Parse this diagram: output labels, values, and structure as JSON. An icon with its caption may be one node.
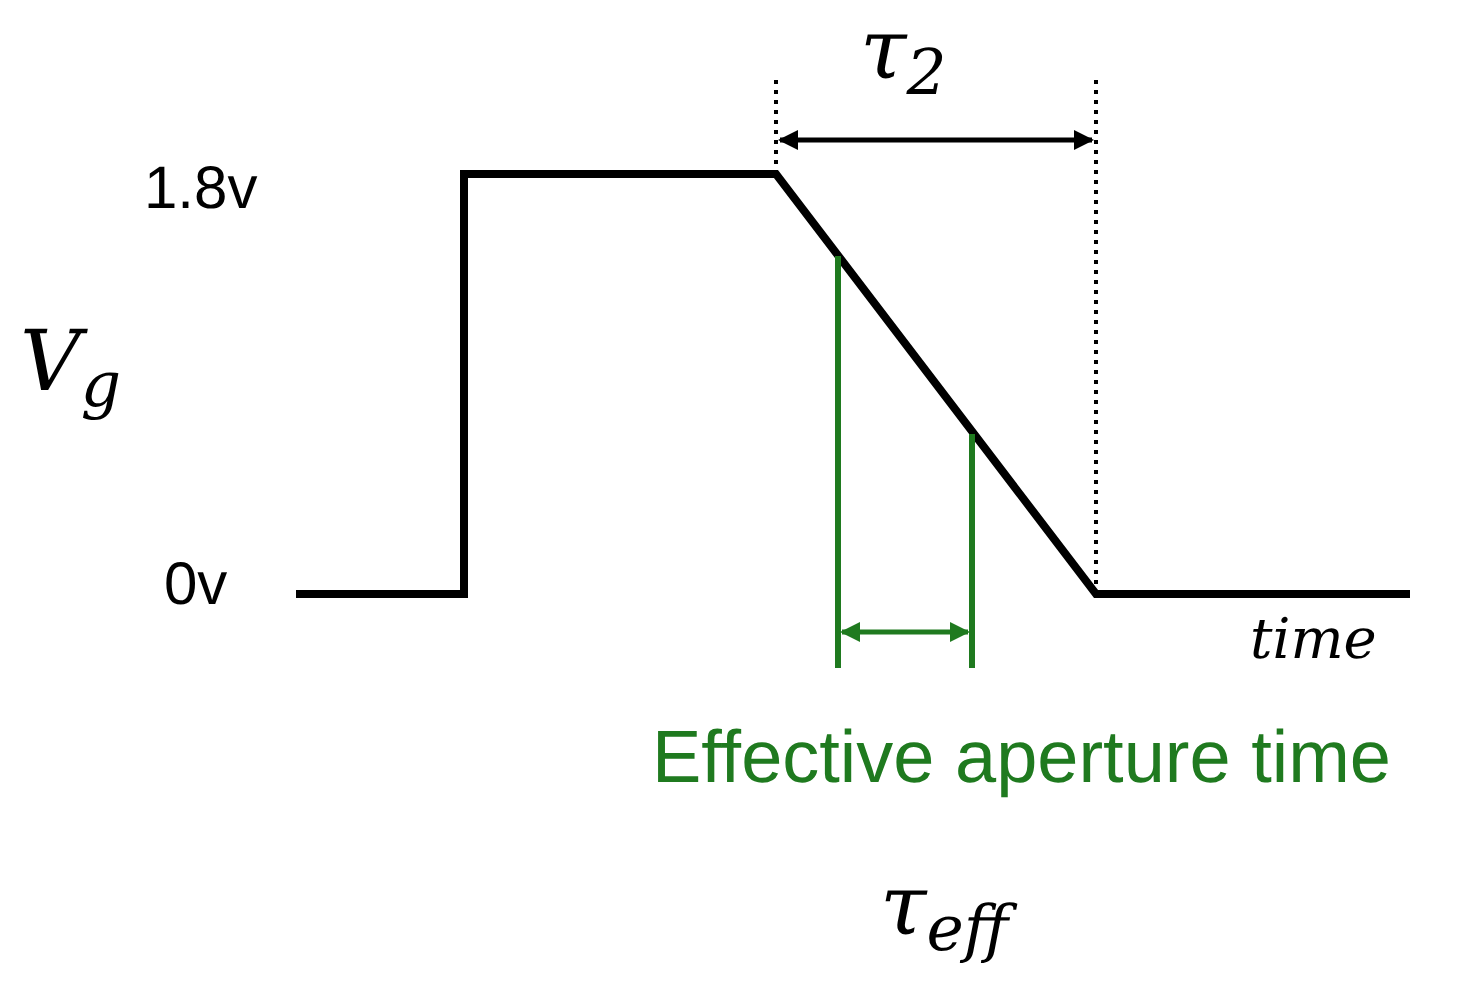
{
  "diagram": {
    "labels": [
      "τ$_{2}$",
      "1.8v",
      "V$_{g}$",
      "0v",
      "time",
      "Effective aperture time",
      "τ$_{eff}$"
    ]
  }
}
